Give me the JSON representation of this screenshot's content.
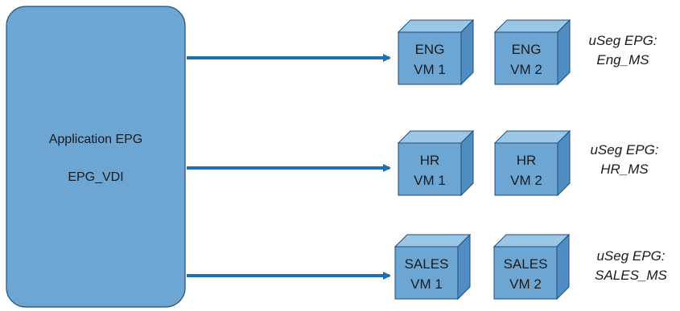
{
  "colors": {
    "box_fill": "#6ea6d3",
    "box_stroke": "#1f4e79",
    "cube_front": "#6ea6d3",
    "cube_top": "#9cc6e6",
    "cube_side": "#4f8dc2",
    "arrow": "#1b70ad"
  },
  "app_epg": {
    "title": "Application EPG",
    "name": "EPG_VDI"
  },
  "rows": [
    {
      "vms": [
        {
          "line1": "ENG",
          "line2": "VM 1"
        },
        {
          "line1": "ENG",
          "line2": "VM 2"
        }
      ],
      "useg_line1": "uSeg EPG:",
      "useg_line2": "Eng_MS"
    },
    {
      "vms": [
        {
          "line1": "HR",
          "line2": "VM 1"
        },
        {
          "line1": "HR",
          "line2": "VM 2"
        }
      ],
      "useg_line1": "uSeg EPG:",
      "useg_line2": "HR_MS"
    },
    {
      "vms": [
        {
          "line1": "SALES",
          "line2": "VM 1"
        },
        {
          "line1": "SALES",
          "line2": "VM 2"
        }
      ],
      "useg_line1": "uSeg EPG:",
      "useg_line2": "SALES_MS"
    }
  ]
}
